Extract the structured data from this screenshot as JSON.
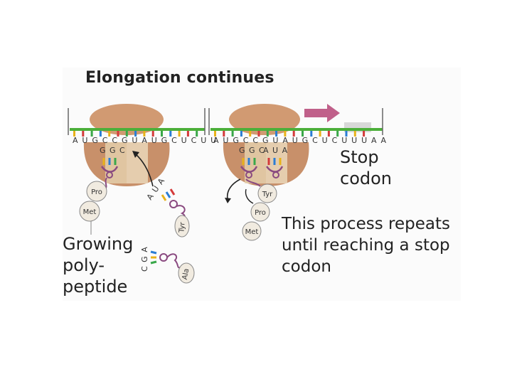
{
  "title": "Elongation continues",
  "stop_label": "Stop\ncodon",
  "repeat_note": "This process repeats\nuntil reaching a stop\ncodon",
  "polypeptide_label": "Growing\npoly-\npeptide",
  "left_panel": {
    "mrna": "A U G C C G U A U G C U C U U",
    "trna_anticodons": [
      "G G C"
    ],
    "incoming_anticodon": "A U A",
    "incoming2_anticodon": "C G A",
    "amino_acids": [
      "Pro",
      "Met",
      "Tyr",
      "Ala"
    ]
  },
  "right_panel": {
    "mrna": "A U G C C G U A U G C U C U U U A A",
    "trna_anticodons": [
      "G G C",
      "A U A"
    ],
    "amino_acids": [
      "Tyr",
      "Pro",
      "Met"
    ]
  },
  "colors": {
    "ribosome": "#c8906a",
    "ribosome_small": "#d6a47a",
    "mrna_backbone": "#4caf3a",
    "arrow": "#c0608a",
    "trna": "#8a4a80",
    "amino_acid": "#f1ebe0"
  }
}
